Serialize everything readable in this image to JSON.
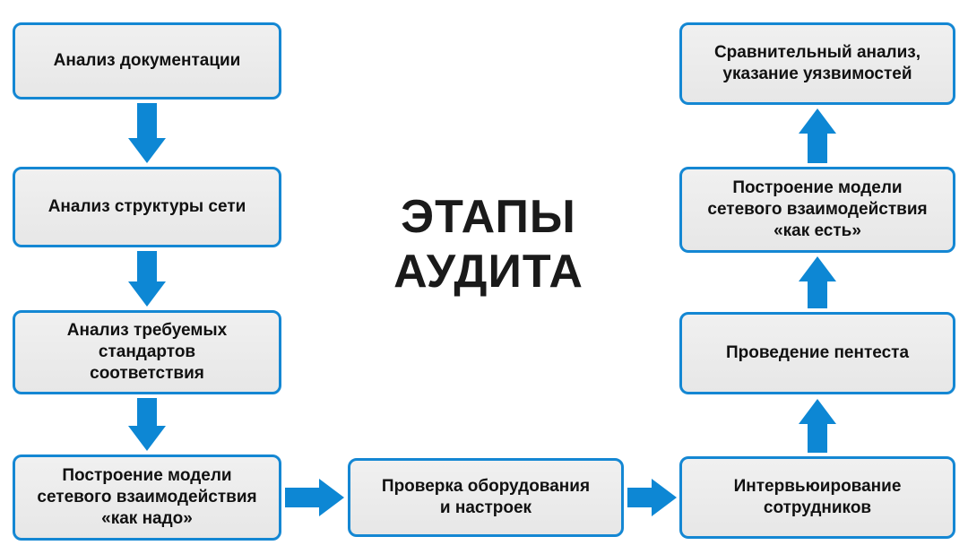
{
  "diagram": {
    "title": "ЭТАПЫ\nАУДИТА",
    "accent_color": "#0d87d4",
    "box_border_color": "#1487d3",
    "box_fill_color": "#e9e9e9",
    "boxes": [
      {
        "id": 1,
        "label": "Анализ документации"
      },
      {
        "id": 2,
        "label": "Анализ структуры сети"
      },
      {
        "id": 3,
        "label": "Анализ требуемых\nстандартов\nсоответствия"
      },
      {
        "id": 4,
        "label": "Построение модели\nсетевого взаимодействия\n«как надо»"
      },
      {
        "id": 5,
        "label": "Проверка оборудования\nи настроек"
      },
      {
        "id": 6,
        "label": "Интервьюирование\nсотрудников"
      },
      {
        "id": 7,
        "label": "Проведение пентеста"
      },
      {
        "id": 8,
        "label": "Построение модели\nсетевого взаимодействия\n«как есть»"
      },
      {
        "id": 9,
        "label": "Сравнительный анализ,\nуказание уязвимостей"
      }
    ],
    "flow_order": [
      "Анализ документации",
      "Анализ структуры сети",
      "Анализ требуемых стандартов соответствия",
      "Построение модели сетевого взаимодействия «как надо»",
      "Проверка оборудования и настроек",
      "Интервьюирование сотрудников",
      "Проведение пентеста",
      "Построение модели сетевого взаимодействия «как есть»",
      "Сравнительный анализ, указание уязвимостей"
    ]
  }
}
